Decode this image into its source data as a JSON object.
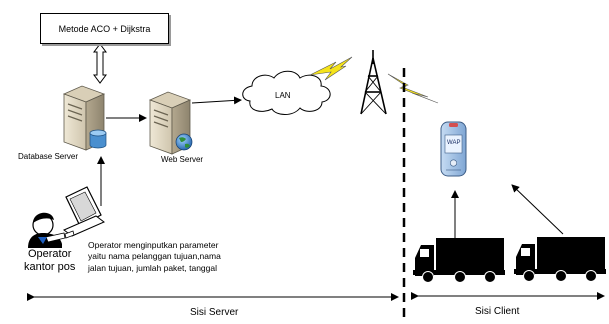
{
  "method_box": {
    "label": "Metode ACO + Dijkstra"
  },
  "servers": {
    "database": {
      "label": "Database Server"
    },
    "web": {
      "label": "Web Server"
    }
  },
  "network": {
    "lan_label": "LAN"
  },
  "operator": {
    "label_line1": "Operator",
    "label_line2": "kantor pos",
    "description": [
      "Operator menginputkan parameter",
      "yaitu nama pelanggan tujuan,nama",
      "jalan tujuan, jumlah paket, tanggal"
    ]
  },
  "phone": {
    "screen_text": "WAP"
  },
  "sides": {
    "server": "Sisi Server",
    "client": "Sisi Client"
  },
  "colors": {
    "line": "#000000",
    "lightning": "#f5e31a",
    "server_body": "#e0d7c2",
    "database_cylinder": "#6fa8d6",
    "web_globe": "#2f8f3a",
    "phone": "#9bbfe6",
    "truck": "#000000"
  },
  "icons": [
    "server-icon",
    "database-icon",
    "globe-icon",
    "cloud-icon",
    "tower-icon",
    "lightning-icon",
    "operator-icon",
    "monitor-icon",
    "phone-icon",
    "truck-icon"
  ]
}
